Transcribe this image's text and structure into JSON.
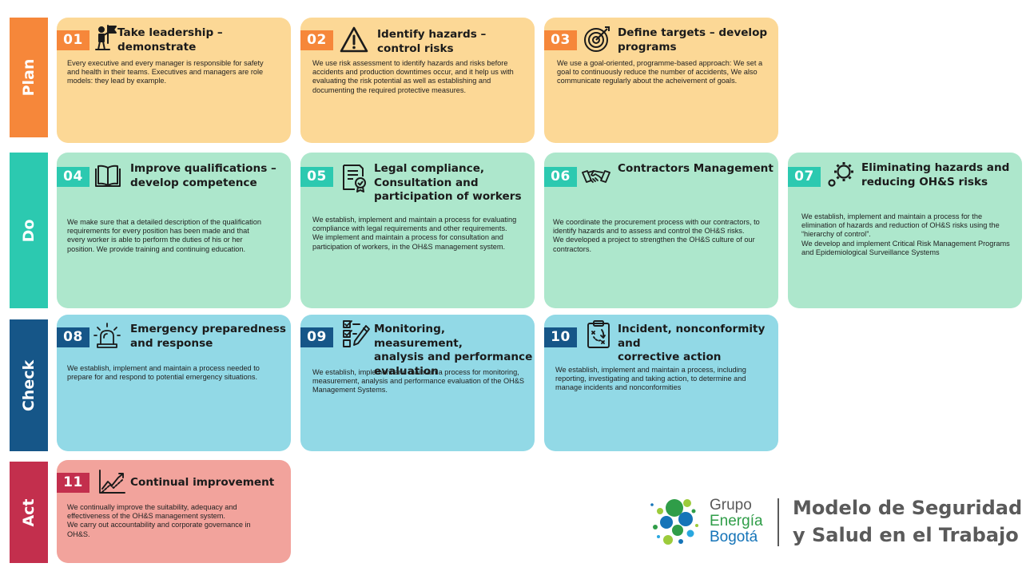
{
  "phases": {
    "plan": {
      "label": "Plan",
      "color": "#f6873a"
    },
    "do": {
      "label": "Do",
      "color": "#2cc9b0"
    },
    "check": {
      "label": "Check",
      "color": "#165688"
    },
    "act": {
      "label": "Act",
      "color": "#c32f4d"
    }
  },
  "cards": [
    {
      "number": "01",
      "title": "Take leadership –\ndemonstrate",
      "icon": "leader-flag-icon",
      "body": [
        "Every executive and every manager is responsible for safety and health in their teams. Executives and managers are role models: they lead by example."
      ]
    },
    {
      "number": "02",
      "title": "Identify hazards –\ncontrol risks",
      "icon": "warning-triangle-icon",
      "body": [
        "We use risk assessment to identify hazards and risks before accidents and production downtimes occur, and it help us with evaluating the risk potential as well as establishing and documenting the required protective measures."
      ]
    },
    {
      "number": "03",
      "title": "Define targets – develop\nprograms",
      "icon": "target-icon",
      "body": [
        "We use a goal-oriented, programme-based approach: We set a goal to continuously reduce the number of accidents, We also communicate regularly about the acheivement of goals."
      ]
    },
    {
      "number": "04",
      "title": "Improve qualifications –\ndevelop competence",
      "icon": "book-icon",
      "body": [
        "We make sure that a detailed description of the qualification requirements for every position has been made and that every worker is able to perform the duties of his or her position. We provide training and continuing education."
      ]
    },
    {
      "number": "05",
      "title": "Legal compliance,\nConsultation and\nparticipation of workers",
      "icon": "certificate-icon",
      "body": [
        "We establish, implement and maintain a process  for evaluating compliance with legal requirements and other requirements.",
        "We implement and maintain a process for consultation and participation of workers, in the OH&S management system."
      ]
    },
    {
      "number": "06",
      "title": "Contractors Management",
      "icon": "handshake-icon",
      "body": [
        "We coordinate the procurement process with our contractors, to identify hazards and to assess and control the OH&S risks.",
        "We developed a project to strengthen the OH&S culture of our contractors."
      ]
    },
    {
      "number": "07",
      "title": "Eliminating hazards and\nreducing OH&S risks",
      "icon": "gears-icon",
      "body": [
        "We establish, implement and maintain a process for the elimination of hazards and reduction of OH&S risks using the “hierarchy of control”.",
        "We develop and implement Critical Risk Management Programs and Epidemiological Surveillance Systems"
      ]
    },
    {
      "number": "08",
      "title": "Emergency preparedness\nand response",
      "icon": "alarm-siren-icon",
      "body": [
        "We establish, implement and maintain a process needed to prepare for and respond to potential emergency situations."
      ]
    },
    {
      "number": "09",
      "title": "Monitoring, measurement,\nanalysis and performance\nevaluation",
      "icon": "checklist-pen-icon",
      "body": [
        "We establish, implement and maintain a process for monitoring, measurement, analysis and performance evaluation of the OH&S Management Systems."
      ]
    },
    {
      "number": "10",
      "title": "Incident, nonconformity and\ncorrective action",
      "icon": "clipboard-strategy-icon",
      "body": [
        "We establish, implement and maintain a process, including reporting, investigating and taking action, to determine and manage incidents and nonconformities"
      ]
    },
    {
      "number": "11",
      "title": "Continual improvement",
      "icon": "trend-chart-icon",
      "body": [
        "We continually improve the suitability, adequacy and effectiveness of the OH&S management system.",
        "We carry out accountability and corporate governance in OH&S."
      ]
    }
  ],
  "brand": {
    "word1": "Grupo",
    "word2": "Energía",
    "word3": "Bogotá",
    "color_gray": "#5a5a5a",
    "color_green": "#2f9d48",
    "color_blue": "#1574b8"
  },
  "claim": {
    "line1": "Modelo de Seguridad",
    "line2": "y Salud en el Trabajo"
  }
}
